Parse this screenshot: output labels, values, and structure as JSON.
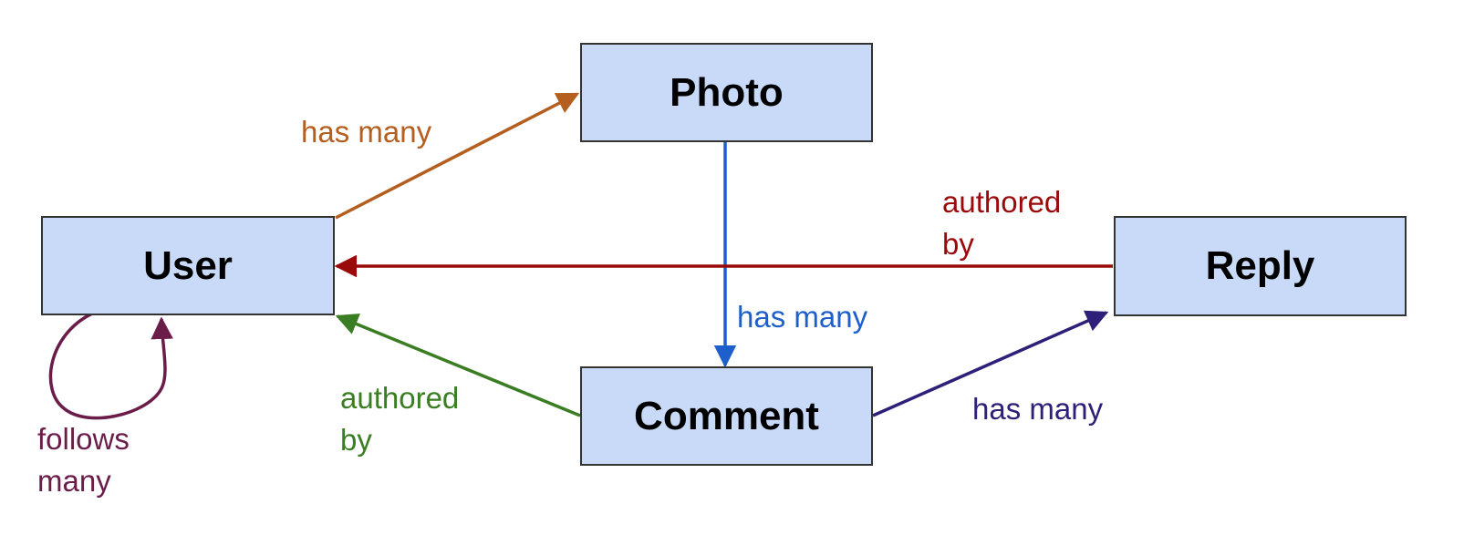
{
  "entities": {
    "photo": "Photo",
    "user": "User",
    "reply": "Reply",
    "comment": "Comment"
  },
  "relations": {
    "user_photo": {
      "line1": "has many",
      "line2": "",
      "color": "#b45f1f"
    },
    "photo_comment": {
      "line1": "has many",
      "line2": "",
      "color": "#1f5fcc"
    },
    "reply_user": {
      "line1": "authored",
      "line2": "by",
      "color": "#9b0a0a"
    },
    "comment_user": {
      "line1": "authored",
      "line2": "by",
      "color": "#3a7d22"
    },
    "comment_reply": {
      "line1": "has many",
      "line2": "",
      "color": "#2e1f78"
    },
    "user_user": {
      "line1": "follows",
      "line2": "many",
      "color": "#6b1d4a"
    }
  }
}
